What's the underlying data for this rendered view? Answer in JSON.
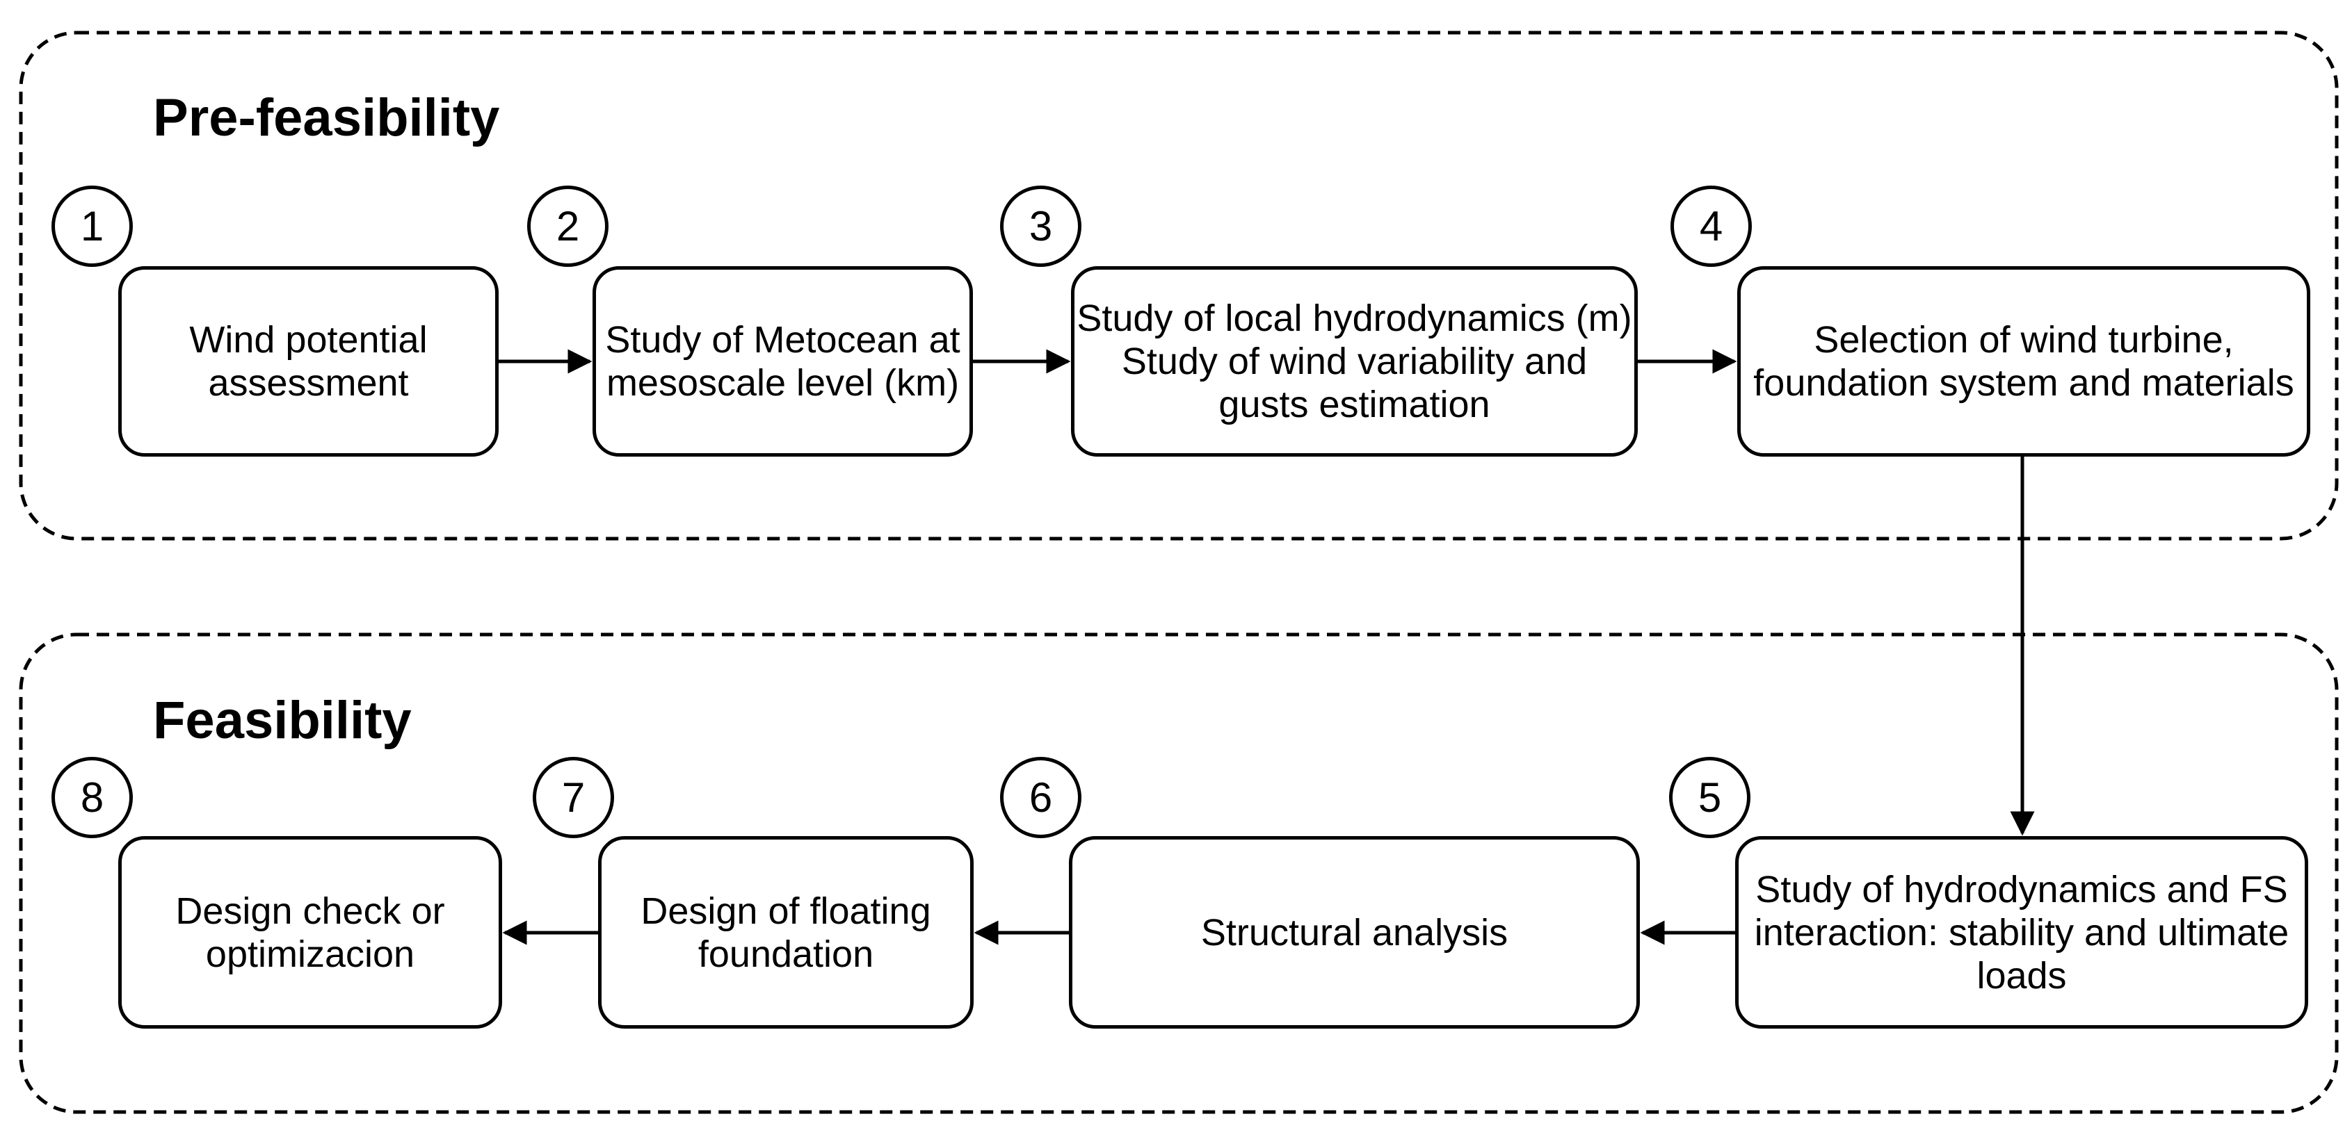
{
  "colors": {
    "stroke": "#000000",
    "background": "#ffffff",
    "text": "#000000"
  },
  "phases": [
    {
      "title": "Pre-feasibility",
      "steps": [
        {
          "number": "1",
          "lines": [
            "Wind potential",
            "assessment"
          ]
        },
        {
          "number": "2",
          "lines": [
            "Study of Metocean at",
            "mesoscale level (km)"
          ]
        },
        {
          "number": "3",
          "lines": [
            "Study of local hydrodynamics (m)",
            "Study of wind variability and",
            "gusts estimation"
          ]
        },
        {
          "number": "4",
          "lines": [
            "Selection of wind turbine,",
            "foundation system and materials"
          ]
        }
      ]
    },
    {
      "title": "Feasibility",
      "steps": [
        {
          "number": "8",
          "lines": [
            "Design check or",
            "optimizacion"
          ]
        },
        {
          "number": "7",
          "lines": [
            "Design of floating",
            "foundation"
          ]
        },
        {
          "number": "6",
          "lines": [
            "Structural analysis"
          ]
        },
        {
          "number": "5",
          "lines": [
            "Study of hydrodynamics and FS",
            "interaction: stability and ultimate",
            "loads"
          ]
        }
      ]
    }
  ]
}
